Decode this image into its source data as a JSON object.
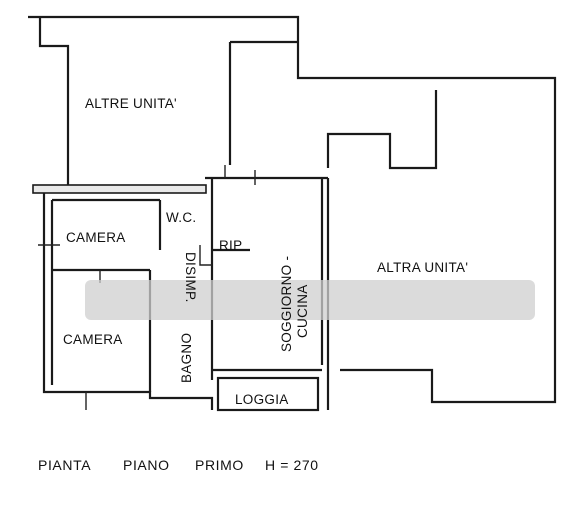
{
  "rooms": {
    "altre_unita": "ALTRE  UNITA'",
    "altra_unita": "ALTRA  UNITA'",
    "camera_top": "CAMERA",
    "camera_bottom": "CAMERA",
    "wc": "W.C.",
    "rip": "RIP",
    "disimp": "DISIMP.",
    "bagno": "BAGNO",
    "soggiorno": "SOGGIORNO -",
    "cucina": "CUCINA",
    "loggia": "LOGGIA"
  },
  "caption": {
    "title": "PIANTA",
    "floor": "PIANO",
    "level": "PRIMO",
    "height": "H = 270"
  }
}
